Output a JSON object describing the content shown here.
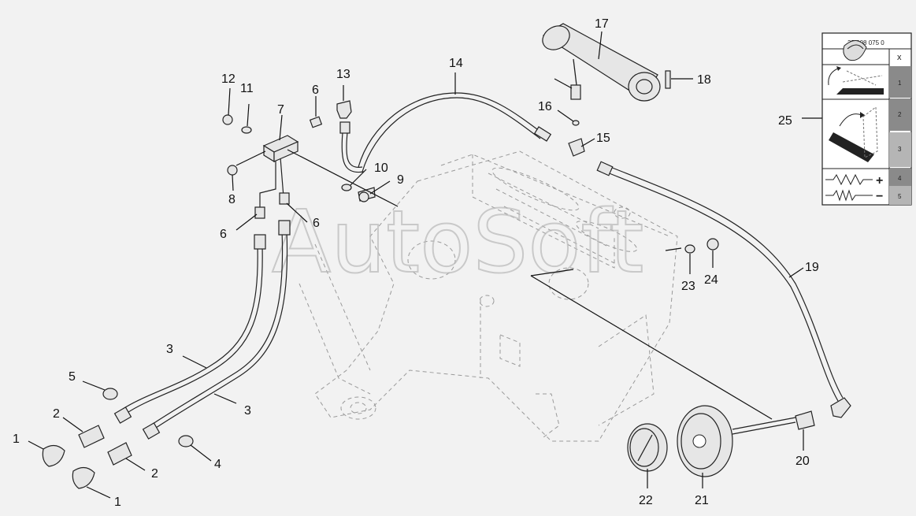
{
  "watermark": "AutoSoft",
  "legend": {
    "code": "27 008 075 0",
    "column_header": "x",
    "rows": [
      "1",
      "2",
      "3",
      "4",
      "5"
    ],
    "plus_symbol": "+",
    "minus_symbol": "−"
  },
  "callouts": [
    {
      "id": "c1a",
      "text": "1"
    },
    {
      "id": "c1b",
      "text": "1"
    },
    {
      "id": "c2a",
      "text": "2"
    },
    {
      "id": "c2b",
      "text": "2"
    },
    {
      "id": "c3a",
      "text": "3"
    },
    {
      "id": "c3b",
      "text": "3"
    },
    {
      "id": "c4",
      "text": "4"
    },
    {
      "id": "c5",
      "text": "5"
    },
    {
      "id": "c6a",
      "text": "6"
    },
    {
      "id": "c6b",
      "text": "6"
    },
    {
      "id": "c6c",
      "text": "6"
    },
    {
      "id": "c7",
      "text": "7"
    },
    {
      "id": "c8",
      "text": "8"
    },
    {
      "id": "c9",
      "text": "9"
    },
    {
      "id": "c10",
      "text": "10"
    },
    {
      "id": "c11",
      "text": "11"
    },
    {
      "id": "c12",
      "text": "12"
    },
    {
      "id": "c13",
      "text": "13"
    },
    {
      "id": "c14",
      "text": "14"
    },
    {
      "id": "c15",
      "text": "15"
    },
    {
      "id": "c16",
      "text": "16"
    },
    {
      "id": "c17",
      "text": "17"
    },
    {
      "id": "c18",
      "text": "18"
    },
    {
      "id": "c19",
      "text": "19"
    },
    {
      "id": "c20",
      "text": "20"
    },
    {
      "id": "c21",
      "text": "21"
    },
    {
      "id": "c22",
      "text": "22"
    },
    {
      "id": "c23",
      "text": "23"
    },
    {
      "id": "c24",
      "text": "24"
    },
    {
      "id": "c25",
      "text": "25"
    }
  ]
}
